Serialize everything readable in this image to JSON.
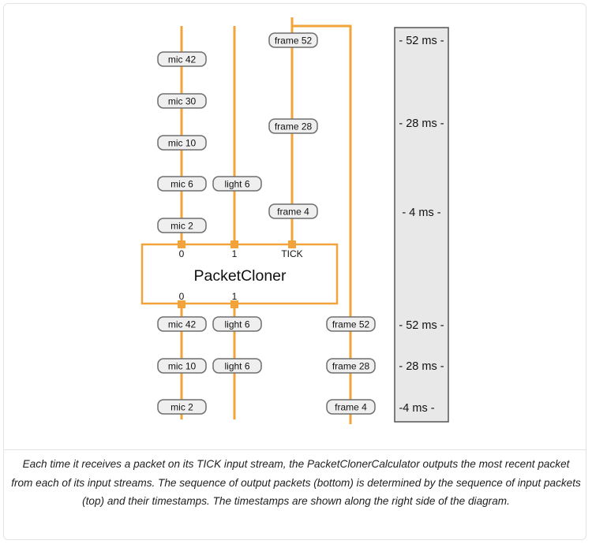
{
  "node": {
    "title": "PacketCloner",
    "input_labels": [
      "0",
      "1",
      "TICK"
    ],
    "output_labels": [
      "0",
      "1"
    ]
  },
  "input_packets": {
    "mic": [
      "mic 42",
      "mic 30",
      "mic 10",
      "mic 6",
      "mic 2"
    ],
    "light": [
      "light 6"
    ],
    "frame": [
      "frame 52",
      "frame 28",
      "frame 4"
    ]
  },
  "output_packets": {
    "mic": [
      "mic 42",
      "mic 10",
      "mic 2"
    ],
    "light": [
      "light 6",
      "light 6"
    ],
    "frame": [
      "frame 52",
      "frame 28",
      "frame 4"
    ]
  },
  "timestamps": {
    "input": [
      "- 52 ms -",
      "- 28 ms -",
      "- 4 ms -"
    ],
    "output": [
      "- 52 ms -",
      "- 28 ms -",
      "-4 ms -"
    ]
  },
  "colors": {
    "stream": "#f2a43a",
    "packet_fill": "#efefef",
    "packet_border": "#6e6e6e",
    "timeline_fill": "#e8e8e8"
  },
  "caption": "Each time it receives a packet on its TICK input stream, the PacketClonerCalculator outputs the most recent packet from each of its input streams. The sequence of output packets (bottom) is determined by the sequence of input packets (top) and their timestamps. The timestamps are shown along the right side of the diagram."
}
